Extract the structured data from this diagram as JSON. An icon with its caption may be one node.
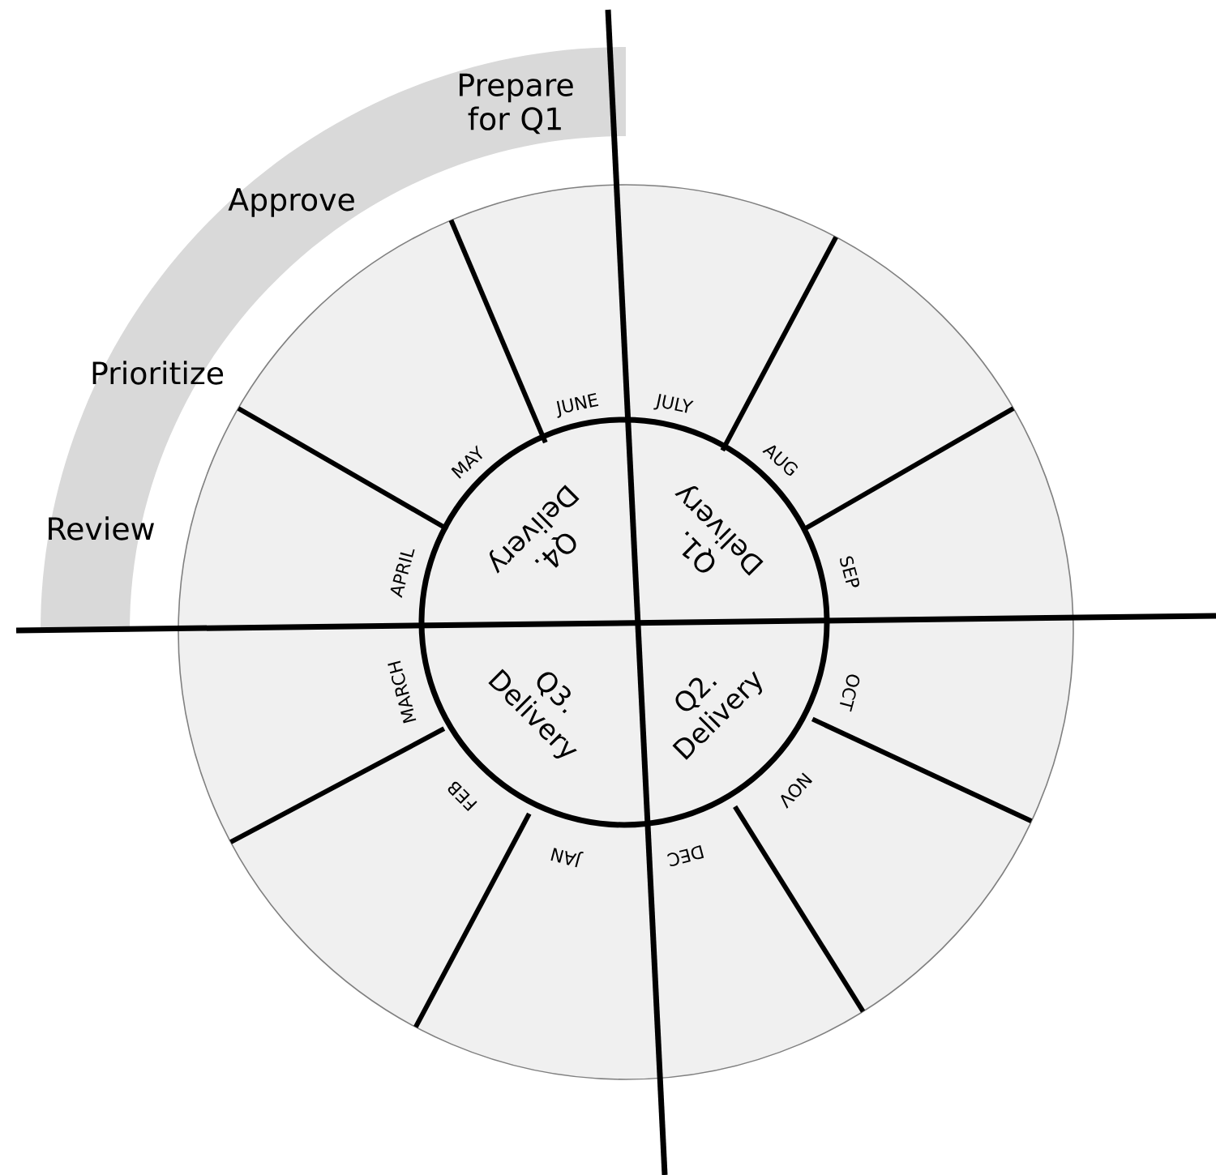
{
  "diagram": {
    "nodes": [
      {
        "text": [
          "Prepare for Q1",
          "Approve",
          "Prioritize",
          "Review"
        ]
      },
      {
        "text": [
          "JULY",
          "AUG",
          "SEP",
          "OCT",
          "NOV",
          "DEC",
          "JAN",
          "FEB",
          "MARCH",
          "APRIL",
          "MAY",
          "JUNE"
        ]
      },
      {
        "text": [
          "Q1. Delivery",
          "Q2. Delivery",
          "Q3. Delivery",
          "Q4. Delivery"
        ],
        "in": 1
      }
    ]
  }
}
